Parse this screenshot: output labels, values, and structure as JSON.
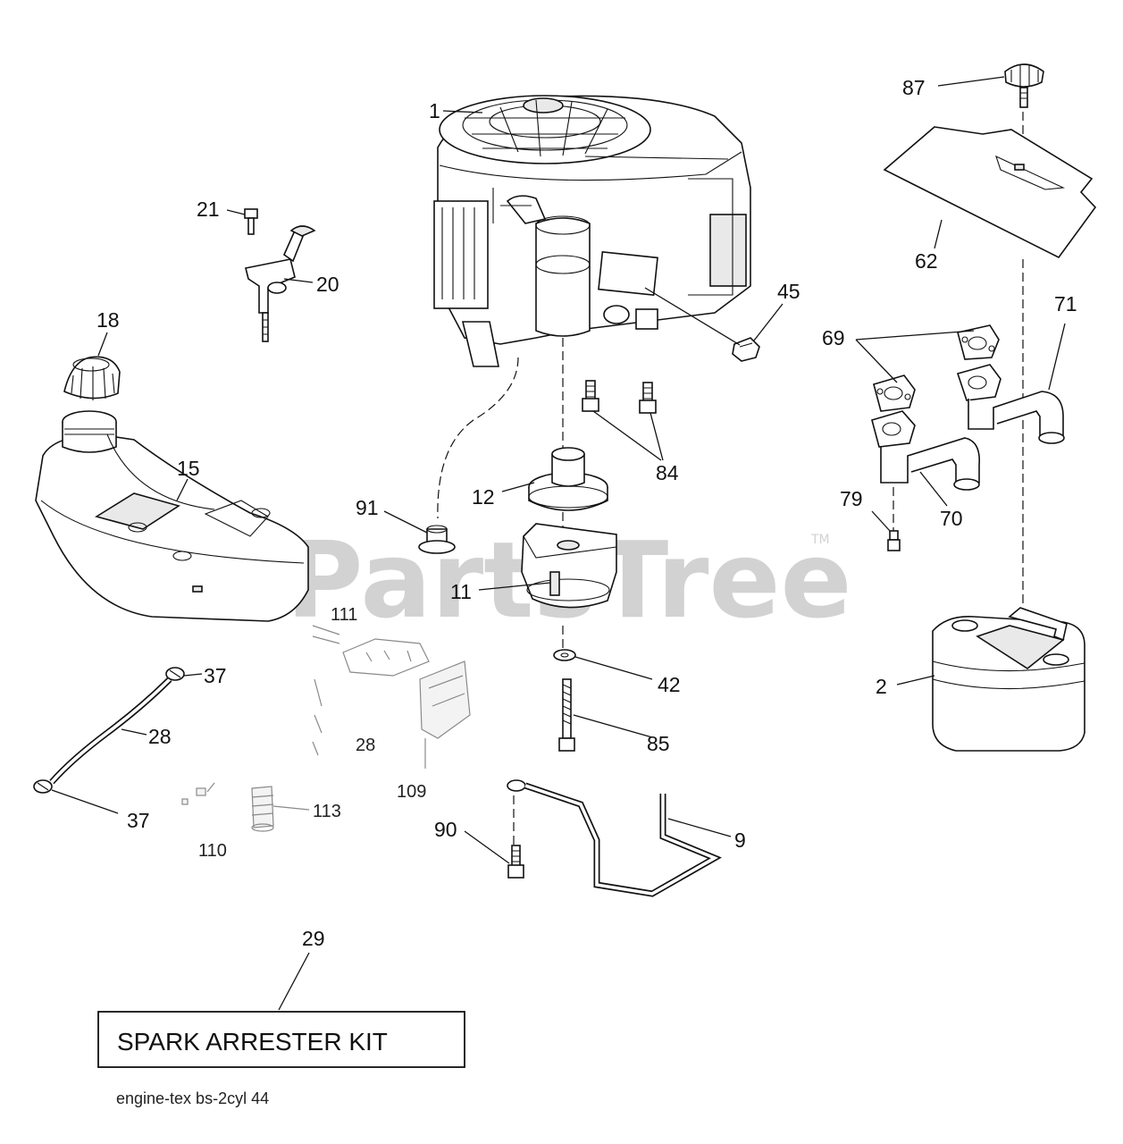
{
  "watermark": {
    "text": "PartsTree",
    "tm": "TM"
  },
  "callouts": {
    "c1": "1",
    "c2": "2",
    "c9": "9",
    "c11": "11",
    "c12": "12",
    "c15": "15",
    "c18": "18",
    "c20": "20",
    "c21": "21",
    "c28a": "28",
    "c28b": "28",
    "c29": "29",
    "c37a": "37",
    "c37b": "37",
    "c42": "42",
    "c45": "45",
    "c62": "62",
    "c69": "69",
    "c70": "70",
    "c71": "71",
    "c79": "79",
    "c84": "84",
    "c85": "85",
    "c87": "87",
    "c90": "90",
    "c91": "91",
    "c109": "109",
    "c110": "110",
    "c111": "111",
    "c113": "113"
  },
  "kit_box": {
    "label": "SPARK ARRESTER KIT"
  },
  "footer": {
    "code": "engine-tex  bs-2cyl  44"
  }
}
